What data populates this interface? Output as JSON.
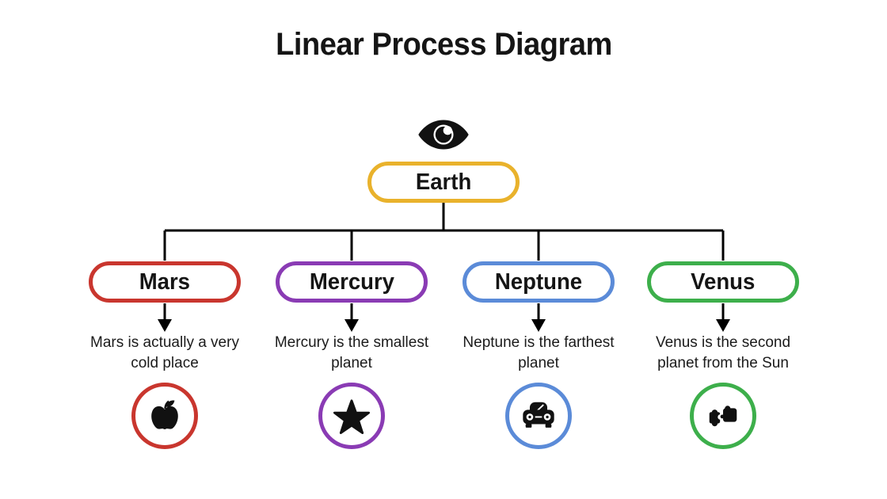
{
  "title": "Linear Process Diagram",
  "line_color": "#000000",
  "text_color": "#151515",
  "root": {
    "label": "Earth",
    "color": "#E9B22C",
    "icon": "eye-icon"
  },
  "nodes": [
    {
      "label": "Mars",
      "color": "#C9362E",
      "description": "Mars is actually a very cold place",
      "icon": "apple-icon"
    },
    {
      "label": "Mercury",
      "color": "#8A3BB4",
      "description": "Mercury is the smallest planet",
      "icon": "star-icon"
    },
    {
      "label": "Neptune",
      "color": "#5B8BD8",
      "description": "Neptune is the farthest planet",
      "icon": "car-icon"
    },
    {
      "label": "Venus",
      "color": "#3DAF4B",
      "description": "Venus is the second planet from the Sun",
      "icon": "puzzle-icon"
    }
  ]
}
